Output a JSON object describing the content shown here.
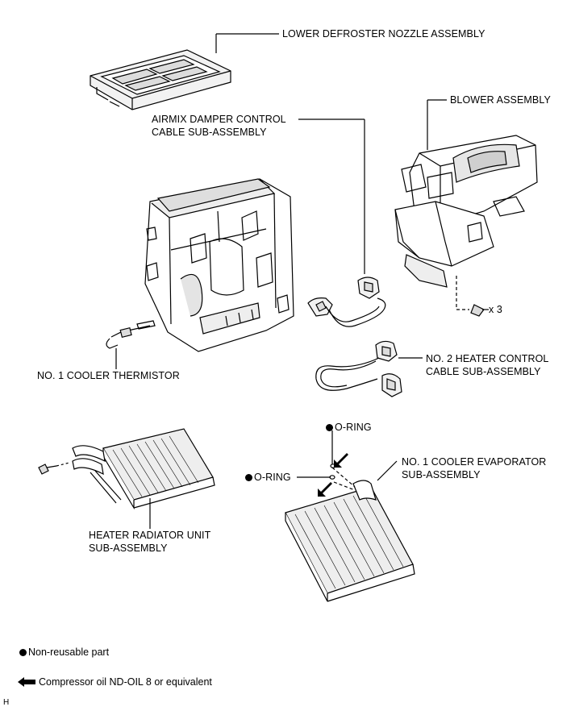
{
  "labels": {
    "lower_defroster": "LOWER DEFROSTER NOZZLE ASSEMBLY",
    "blower": "BLOWER ASSEMBLY",
    "airmix_line1": "AIRMIX DAMPER CONTROL",
    "airmix_line2": "CABLE SUB-ASSEMBLY",
    "screw_count": "x 3",
    "heater_control_line1": "NO. 2 HEATER CONTROL",
    "heater_control_line2": "CABLE SUB-ASSEMBLY",
    "thermistor": "NO. 1 COOLER THERMISTOR",
    "oring_top": "O-RING",
    "oring_left": "O-RING",
    "evaporator_line1": "NO. 1 COOLER EVAPORATOR",
    "evaporator_line2": "SUB-ASSEMBLY",
    "heater_radiator_line1": "HEATER RADIATOR UNIT",
    "heater_radiator_line2": "SUB-ASSEMBLY"
  },
  "legend": {
    "non_reusable": "Non-reusable part",
    "compressor_oil": "Compressor oil ND-OIL 8 or equivalent"
  },
  "corner_mark": "H",
  "colors": {
    "ink": "#000000",
    "fill_light": "#ffffff",
    "fill_grey": "#e6e6e6",
    "fill_mid": "#cfcfcf"
  }
}
